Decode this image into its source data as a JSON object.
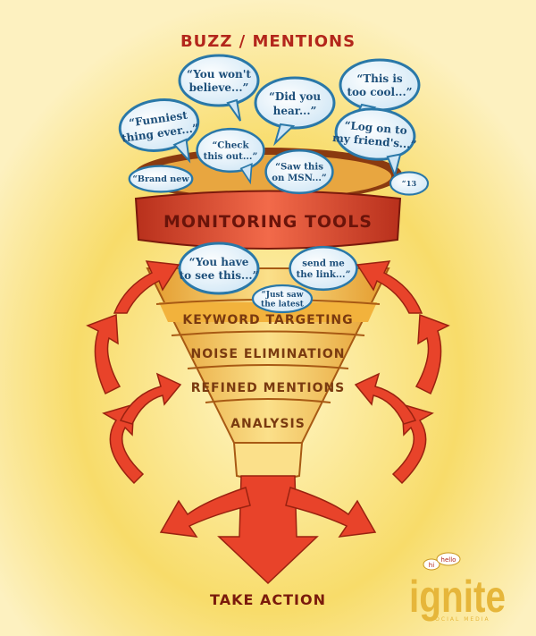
{
  "title": "BUZZ / MENTIONS",
  "band": "MONITORING TOOLS",
  "tiers": [
    "KEYWORD TARGETING",
    "NOISE ELIMINATION",
    "REFINED MENTIONS",
    "ANALYSIS"
  ],
  "action": "TAKE ACTION",
  "bubbles": [
    {
      "l1": "“You won't",
      "l2": "believe...”"
    },
    {
      "l1": "“Did you",
      "l2": "hear...”"
    },
    {
      "l1": "“This is",
      "l2": "too cool...”"
    },
    {
      "l1": "“Funniest",
      "l2": "thing ever...”"
    },
    {
      "l1": "“Check",
      "l2": "this out...”"
    },
    {
      "l1": "“Saw this",
      "l2": "on MSN...”"
    },
    {
      "l1": "“Log on to",
      "l2": "my friend's...”"
    },
    {
      "l1": "“Brand new",
      "l2": ""
    },
    {
      "l1": "“13",
      "l2": ""
    },
    {
      "l1": "“You have",
      "l2": "to see this...”"
    },
    {
      "l1": "send me",
      "l2": "the link...”"
    },
    {
      "l1": "“Just saw",
      "l2": "the latest"
    }
  ],
  "logo": {
    "name": "ignite",
    "tagline": "SOCIAL MEDIA",
    "bubble1": "hi",
    "bubble2": "hello"
  },
  "colors": {
    "bg": "#f6d45a",
    "red": "#e8432a",
    "darkred": "#8a1c10",
    "blue": "#2a78a8",
    "gold": "#e9b53a"
  }
}
